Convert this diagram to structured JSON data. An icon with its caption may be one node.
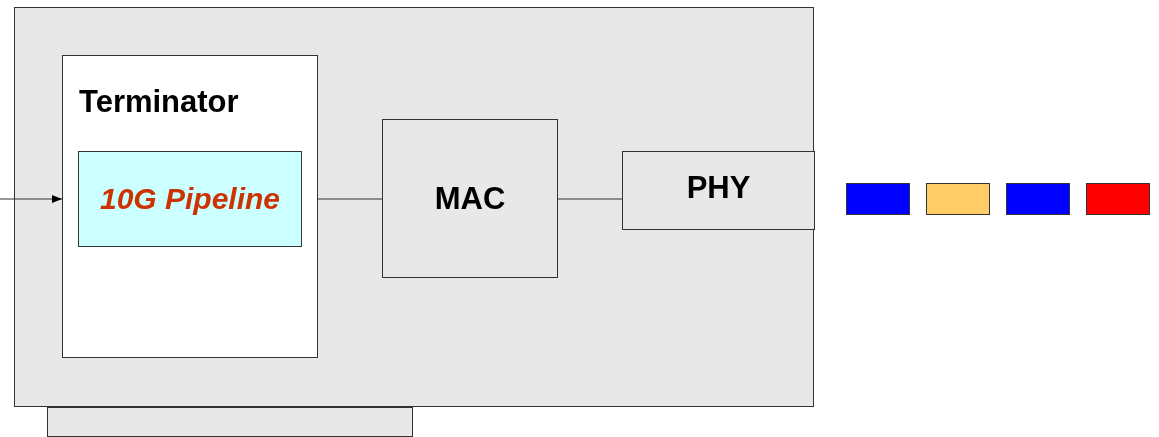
{
  "diagram": {
    "nodes": [
      {
        "text": [],
        "shape": "box"
      },
      {
        "text": [
          "Terminator"
        ],
        "in": 0
      },
      {
        "text": [
          "10G Pipeline"
        ],
        "in": 1
      },
      {
        "text": [
          "MAC"
        ],
        "in": 0
      },
      {
        "text": [
          "PHY"
        ],
        "in": 0
      },
      {
        "text": [],
        "shape": "box"
      },
      {
        "text": [],
        "shape": "box"
      },
      {
        "text": [],
        "shape": "box"
      },
      {
        "text": [],
        "shape": "box"
      },
      {
        "text": [],
        "shape": "box"
      }
    ],
    "edges": [
      {
        "from": null,
        "to": 1,
        "arrow": "to"
      },
      {
        "from": 1,
        "to": 3,
        "arrow": "none"
      },
      {
        "from": 3,
        "to": 4,
        "arrow": "none"
      }
    ]
  }
}
